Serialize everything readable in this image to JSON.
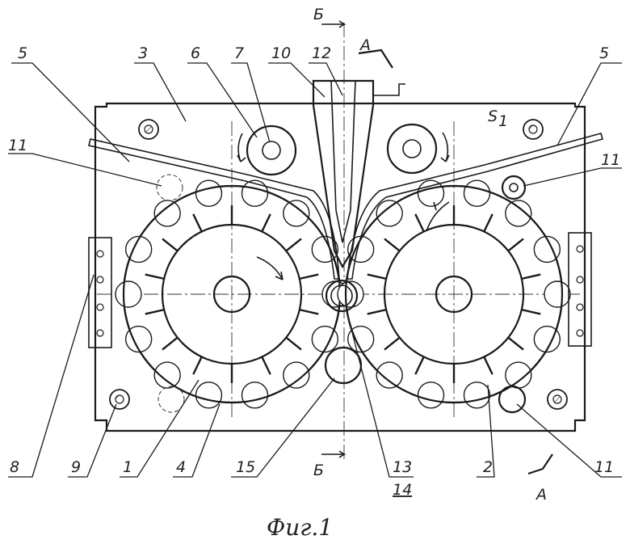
{
  "figure": {
    "caption": "Фиг.1",
    "section_marks": {
      "b_top": "Б",
      "b_bottom": "Б",
      "a_top": "A",
      "a_bottom": "A"
    },
    "subscript_label": "S",
    "subscript_index": "1",
    "labels": {
      "l5_left": "5",
      "l3": "3",
      "l6": "6",
      "l7": "7",
      "l10": "10",
      "l12": "12",
      "l5_right": "5",
      "l11_left": "11",
      "l11_right_top": "11",
      "l8": "8",
      "l9": "9",
      "l1": "1",
      "l4": "4",
      "l15": "15",
      "l13": "13",
      "l14": "14",
      "l2": "2",
      "l11_right_bottom": "11"
    }
  },
  "colors": {
    "ink": "#1a1a1a",
    "paper": "#ffffff"
  }
}
